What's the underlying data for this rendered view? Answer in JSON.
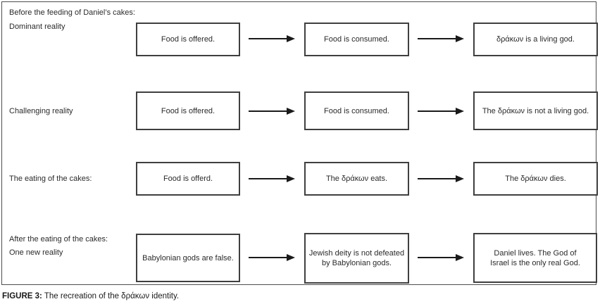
{
  "figure": {
    "rows": [
      {
        "heading": "Before the feeding of Daniel’s cakes:",
        "label": "Dominant reality",
        "boxes": [
          "Food is offered.",
          "Food is consumed.",
          "δράκων is a living god."
        ]
      },
      {
        "label": "Challenging reality",
        "boxes": [
          "Food is offered.",
          "Food is consumed.",
          "The δράκων is not a living god."
        ]
      },
      {
        "label": "The eating of the cakes:",
        "boxes": [
          "Food is offerd.",
          "The δράκων eats.",
          "The δράκων dies."
        ]
      },
      {
        "heading": "After the eating of the cakes:",
        "label": "One new reality",
        "boxes": [
          "Babylonian gods are false.",
          "Jewish deity is not defeated by Babylonian gods.",
          "Daniel lives. The God of Israel is the only real God."
        ]
      }
    ],
    "caption": {
      "label": "FIGURE 3:",
      "text": "The recreation of the δράκων identity."
    },
    "colors": {
      "background": "#ffffff",
      "text": "#2b2a2a",
      "box_border": "#3f3f3f",
      "outer_border": "#4d4d4d",
      "arrow": "#1a1a1a"
    }
  }
}
